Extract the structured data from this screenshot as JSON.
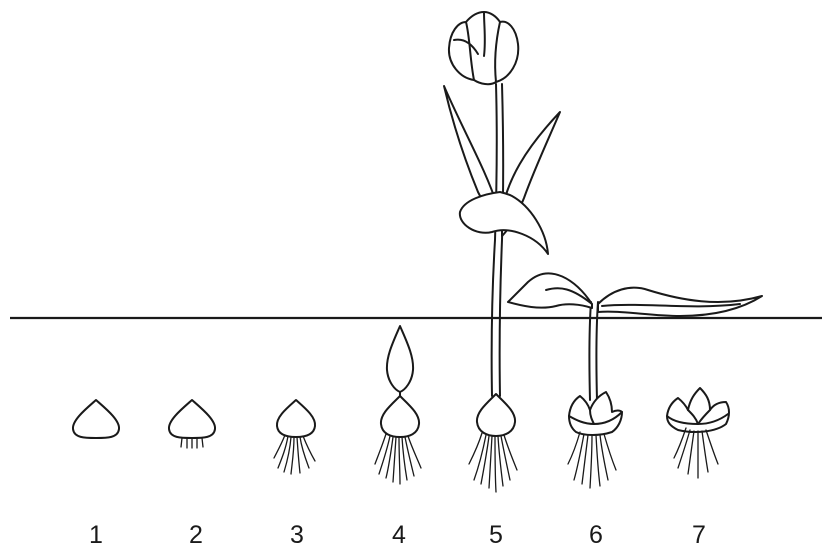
{
  "stages": [
    {
      "label": "1"
    },
    {
      "label": "2"
    },
    {
      "label": "3"
    },
    {
      "label": "4"
    },
    {
      "label": "5"
    },
    {
      "label": "6"
    },
    {
      "label": "7"
    }
  ],
  "colors": {
    "line": "#1a1a1a",
    "background": "#ffffff"
  }
}
